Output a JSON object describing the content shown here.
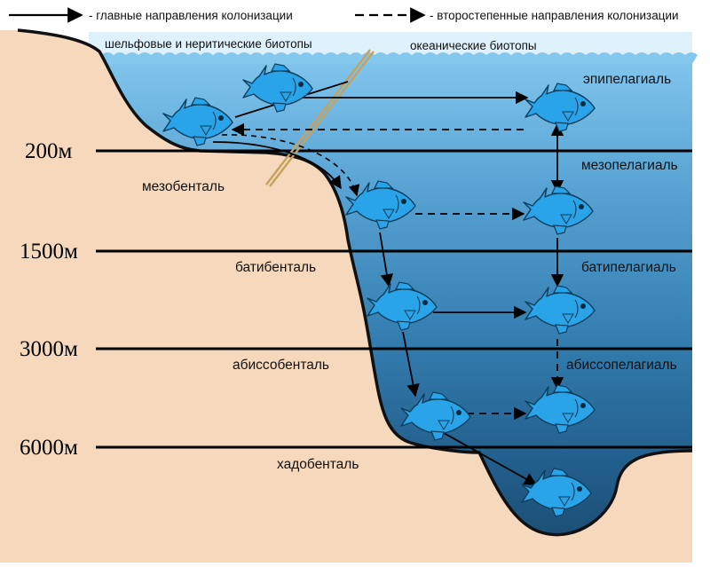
{
  "legend": {
    "main_label": "- главные направления колонизации",
    "secondary_label": "- второстепенные направления колонизации"
  },
  "biotopes": {
    "shelf_label": "шельфовые и неритические биотопы",
    "oceanic_label": "океанические биотопы"
  },
  "depth_marks": [
    "200м",
    "1500м",
    "3000м",
    "6000м"
  ],
  "benthic_zones": [
    "мезобенталь",
    "батибенталь",
    "абиссобенталь",
    "хадобенталь"
  ],
  "pelagic_zones": [
    "эпипелагиаль",
    "мезопелагиаль",
    "батипелагиаль",
    "абиссопелагиаль"
  ],
  "colors": {
    "land": "#f6d9bd",
    "water_top": "#7dc1e8",
    "water_bottom": "#1d5277",
    "fish": "#2aa4e8",
    "coastline": "#111111"
  },
  "fish_icons": [
    "fish-icon"
  ]
}
